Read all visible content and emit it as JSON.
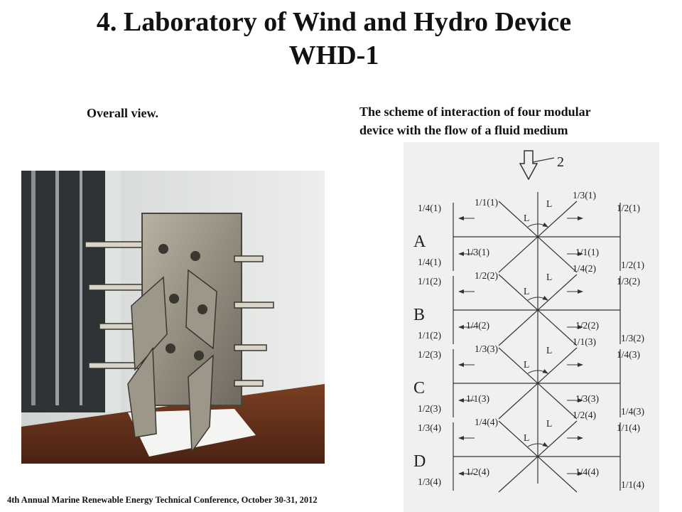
{
  "title_line1": "4. Laboratory of Wind and Hydro Device",
  "title_line2": "WHD-1",
  "caption_left": "Overall view.",
  "caption_right_line1": "The scheme of interaction of four modular",
  "caption_right_line2": "device with the flow of a fluid medium",
  "footer": "4th Annual Marine Renewable Energy Technical Conference, October 30-31, 2012",
  "scheme": {
    "flow_label": "2",
    "angle_label": "L",
    "rows": [
      {
        "letter": "A",
        "ul": "1/4(1)",
        "ucl": "1/1(1)",
        "ucr": "1/3(1)",
        "ur": "1/2(1)",
        "ll": "1/4(1)",
        "lcl": "1/3(1)",
        "lcr": "1/1(1)",
        "lr": "1/2(1)"
      },
      {
        "letter": "B",
        "ul": "1/1(2)",
        "ucl": "1/2(2)",
        "ucr": "1/4(2)",
        "ur": "1/3(2)",
        "ll": "1/1(2)",
        "lcl": "1/4(2)",
        "lcr": "1/2(2)",
        "lr": "1/3(2)"
      },
      {
        "letter": "C",
        "ul": "1/2(3)",
        "ucl": "1/3(3)",
        "ucr": "1/1(3)",
        "ur": "1/4(3)",
        "ll": "1/2(3)",
        "lcl": "1/1(3)",
        "lcr": "1/3(3)",
        "lr": "1/4(3)"
      },
      {
        "letter": "D",
        "ul": "1/3(4)",
        "ucl": "1/4(4)",
        "ucr": "1/2(4)",
        "ur": "1/1(4)",
        "ll": "1/3(4)",
        "lcl": "1/2(4)",
        "lcr": "1/4(4)",
        "lr": "1/1(4)"
      }
    ]
  }
}
